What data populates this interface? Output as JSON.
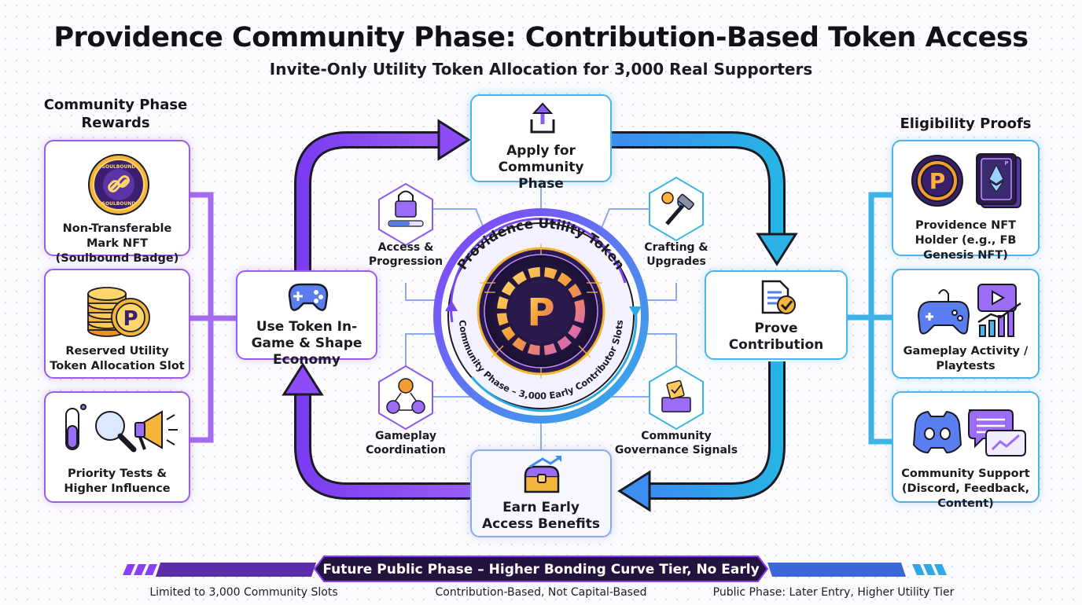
{
  "title": "Providence Community Phase: Contribution-Based Token Access",
  "subtitle": "Invite-Only Utility Token Allocation for 3,000 Real Supporters",
  "left_column": {
    "heading": "Community Phase Rewards",
    "cards": [
      {
        "label": "Non-Transferable Mark NFT (Soulbound Badge)",
        "badge_text_top": "SOULBOUND",
        "badge_text_bottom": "SOULBOUND"
      },
      {
        "label": "Reserved Utility Token Allocation Slot"
      },
      {
        "label": "Priority Tests & Higher Influence"
      }
    ]
  },
  "right_column": {
    "heading": "Eligibility Proofs",
    "cards": [
      {
        "label": "Providence NFT Holder (e.g., FB Genesis NFT)"
      },
      {
        "label": "Gameplay Activity / Playtests"
      },
      {
        "label": "Community Support (Discord, Feedback, Content)"
      }
    ]
  },
  "cycle": {
    "apply": "Apply for Community Phase",
    "prove": "Prove Contribution",
    "earn": "Earn Early Access Benefits",
    "use": "Use Token In-Game & Shape Economy"
  },
  "center": {
    "ring_top": "Providence Utility Token",
    "ring_bottom": "Community Phase – 3,000 Early Contributor Slots",
    "logo_letter": "P"
  },
  "satellites": {
    "access": "Access & Progression",
    "crafting": "Crafting & Upgrades",
    "coordination": "Gameplay Coordination",
    "governance": "Community Governance Signals"
  },
  "nft_card_letter": "P",
  "banner": "Future Public Phase – Higher Bonding Curve Tier, No Early Perks",
  "footer": [
    "Limited to 3,000 Community Slots",
    "Contribution-Based, Not Capital-Based",
    "Public Phase: Later Entry, Higher Utility Tier"
  ],
  "colors": {
    "purple": "#8a3ffc",
    "blue": "#29a8e0",
    "banner_bg": "#2a1850",
    "gold": "#f3b53a"
  }
}
